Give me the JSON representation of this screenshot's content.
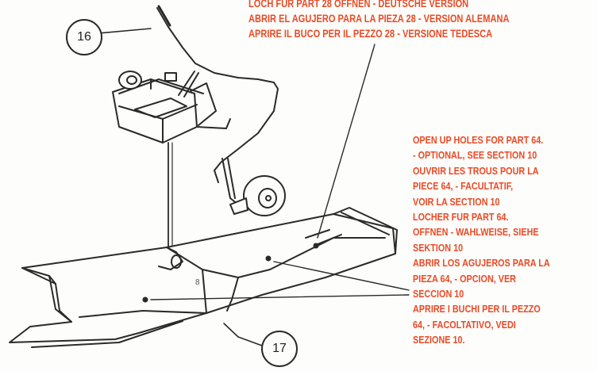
{
  "callouts": {
    "part_16": "16",
    "part_17": "17"
  },
  "part_mark": "8",
  "top_note": [
    "LOCH FUR PART 28 OFFNEN - DEUTSCHE VERSION",
    "ABRIR EL AGUJERO PARA LA PIEZA 28 - VERSION ALEMANA",
    "APRIRE IL BUCO PER IL PEZZO 28 - VERSIONE TEDESCA"
  ],
  "right_note": [
    "OPEN UP HOLES FOR PART 64.",
    "- OPTIONAL, SEE SECTION 10",
    "OUVRIR LES TROUS POUR LA",
    "PIECE 64, - FACULTATIF,",
    "VOIR LA SECTION 10",
    "LOCHER FUR PART 64.",
    "OFFNEN - WAHLWEISE, SIEHE",
    "SEKTION 10",
    "ABRIR LOS AGUJEROS PARA LA",
    "PIEZA 64, - OPCION, VER",
    "SECCION 10",
    "APRIRE I BUCHI PER IL PEZZO",
    "64, - FACOLTATIVO, VEDI",
    "SEZIONE 10."
  ],
  "colors": {
    "text": "#ea4a26",
    "line": "#2a2a2a"
  }
}
